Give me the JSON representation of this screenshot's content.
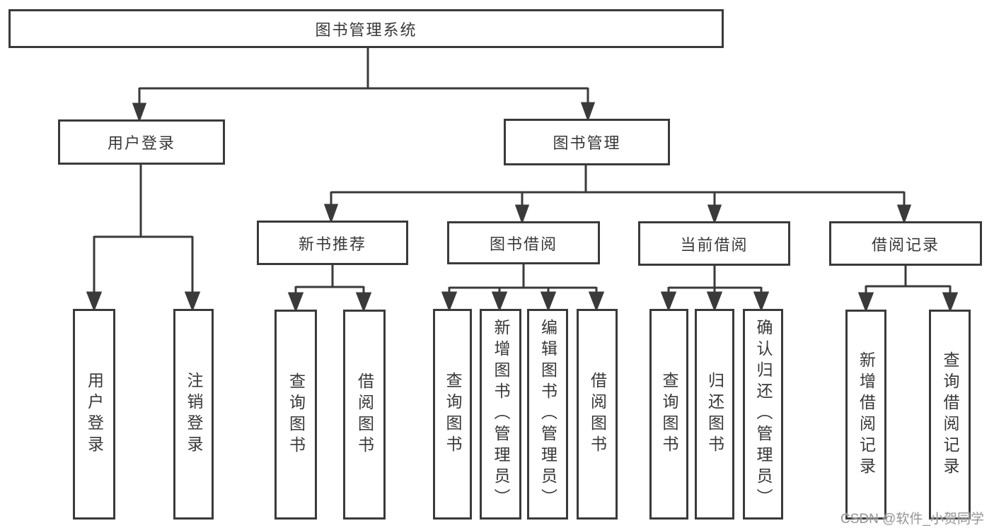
{
  "nodes": {
    "root": {
      "label": "图书管理系统"
    },
    "user_login": {
      "label": "用户登录"
    },
    "book_mgmt": {
      "label": "图书管理"
    },
    "new_book_rec": {
      "label": "新书推荐"
    },
    "book_borrow": {
      "label": "图书借阅"
    },
    "current_borrow": {
      "label": "当前借阅"
    },
    "borrow_record": {
      "label": "借阅记录"
    },
    "leaf_user_login": {
      "label": "用户登录"
    },
    "leaf_logout": {
      "label": "注销登录"
    },
    "leaf_nb_query": {
      "label": "查询图书"
    },
    "leaf_nb_borrow": {
      "label": "借阅图书"
    },
    "leaf_bb_query": {
      "label": "查询图书"
    },
    "leaf_bb_add": {
      "label": "新增图书（管理员）"
    },
    "leaf_bb_edit": {
      "label": "编辑图书（管理员）"
    },
    "leaf_bb_borrow": {
      "label": "借阅图书"
    },
    "leaf_cb_query": {
      "label": "查询图书"
    },
    "leaf_cb_return": {
      "label": "归还图书"
    },
    "leaf_cb_confirm": {
      "label": "确认归还（管理员）"
    },
    "leaf_br_add": {
      "label": "新增借阅记录"
    },
    "leaf_br_query": {
      "label": "查询借阅记录"
    }
  },
  "watermark": {
    "text": "CSDN @软件_小贺同学"
  },
  "colors": {
    "line": "#3a3a3a",
    "text": "#383838",
    "watermark": "#949494"
  }
}
